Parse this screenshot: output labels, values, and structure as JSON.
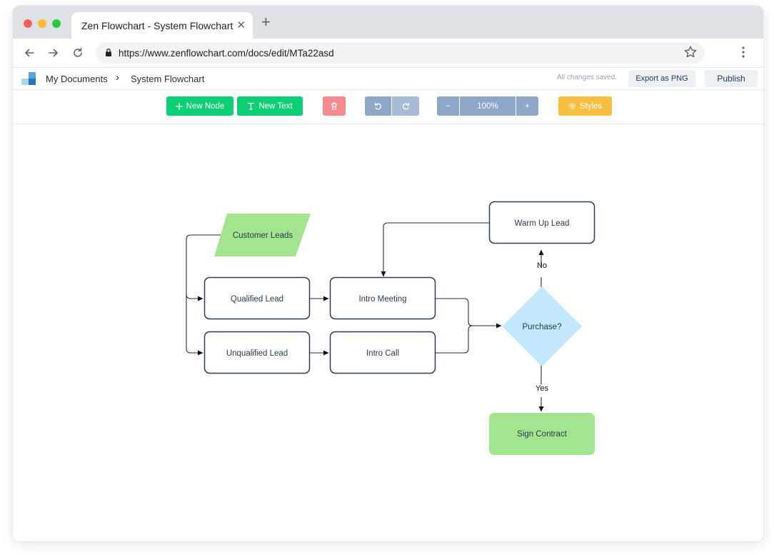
{
  "browser": {
    "tab_title": "Zen Flowchart - System Flowchart",
    "tab_close": "✕",
    "new_tab": "+",
    "url": "https://www.zenflowchart.com/docs/edit/MTa22asd"
  },
  "app": {
    "breadcrumb": [
      "My Documents",
      "System Flowchart"
    ],
    "breadcrumb_separator": "›",
    "save_status": "All changes saved.",
    "export_label": "Export as PNG",
    "publish_label": "Publish"
  },
  "toolbar": {
    "new_node_label": "New Node",
    "new_text_label": "New Text",
    "zoom_out_label": "−",
    "zoom_level": "100%",
    "zoom_in_label": "+",
    "styles_label": "Styles"
  },
  "flowchart": {
    "nodes": {
      "customer_leads": "Customer Leads",
      "qualified_lead": "Qualified Lead",
      "unqualified_lead": "Unqualified Lead",
      "intro_meeting": "Intro Meeting",
      "intro_call": "Intro Call",
      "warm_up_lead": "Warm Up Lead",
      "purchase": "Purchase?",
      "sign_contract": "Sign Contract"
    },
    "edge_labels": {
      "no": "No",
      "yes": "Yes"
    },
    "colors": {
      "green_node": "#a3e48f",
      "diamond": "#c3e8fd",
      "border": "#2b3a55"
    }
  },
  "colors": {
    "primary_green": "#0dcf75",
    "delete_red": "#f38b8e",
    "slate_blue": "#8ea6c8",
    "styles_yellow": "#f7be3f"
  }
}
